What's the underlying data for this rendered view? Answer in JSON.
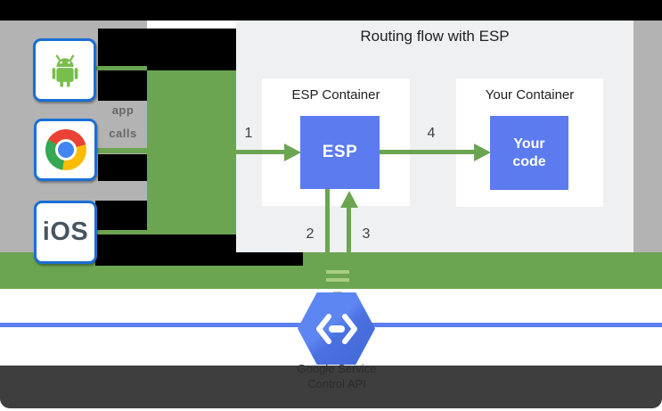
{
  "diagram": {
    "title": "Routing flow with ESP",
    "esp_container": {
      "label": "ESP Container",
      "chip": "ESP"
    },
    "your_container": {
      "label": "Your Container",
      "chip_line1": "Your",
      "chip_line2": "code"
    },
    "steps": {
      "s1": "1",
      "s2": "2",
      "s3": "3",
      "s4": "4"
    },
    "clients": {
      "android": "Android client",
      "chrome": "Chrome browser client",
      "ios_label": "iOS"
    },
    "left_caption": {
      "line1": "app",
      "line2": "calls"
    },
    "footer": {
      "line1": "Google Service",
      "line2": "Control API"
    },
    "icons": {
      "android": "android-robot-icon",
      "chrome": "chrome-logo-icon",
      "endpoints": "cloud-endpoints-hexagon-icon"
    }
  },
  "colors": {
    "green": "#6BA551",
    "green-light": "#AACD7F",
    "blue-box": "#5B7BEF",
    "blue-line": "#5B7DF0",
    "card-border": "#1B6FD4",
    "gray-dim": "#B3B3B3",
    "panel-bg": "#EFF0F1"
  }
}
